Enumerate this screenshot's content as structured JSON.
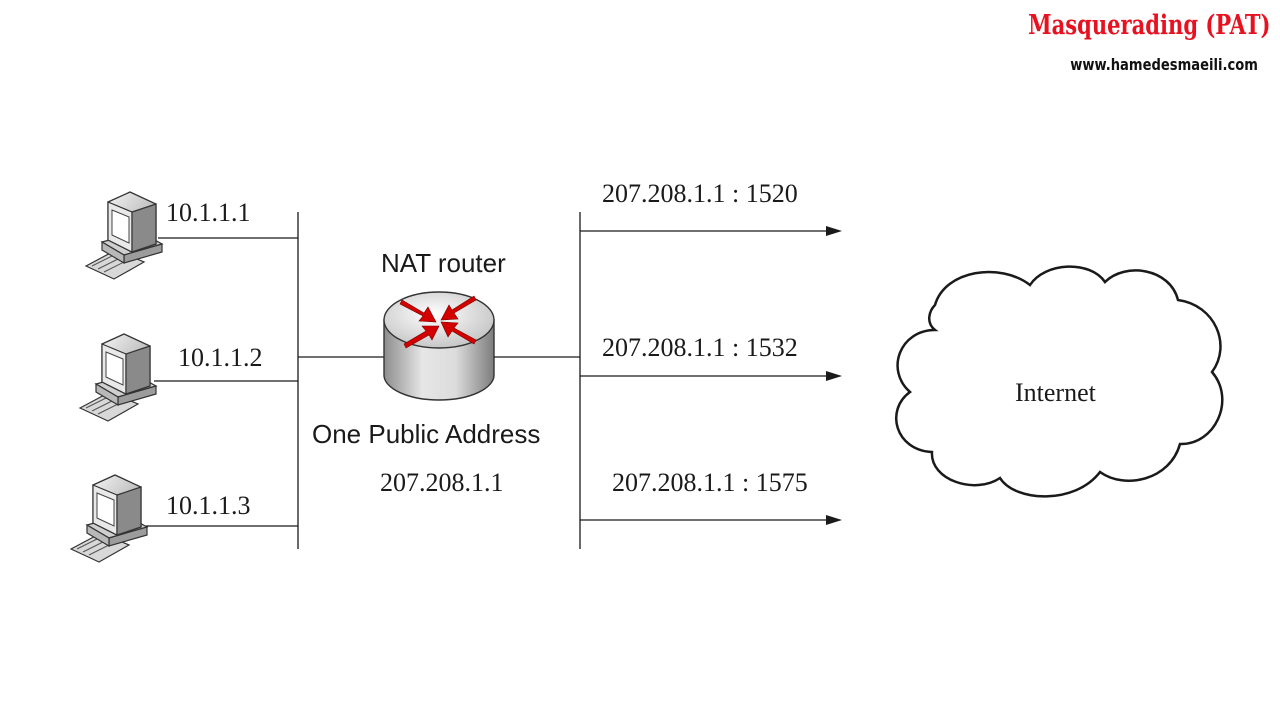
{
  "header": {
    "title": "Masquerading (PAT)",
    "url": "www.hamedesmaeili.com"
  },
  "hosts": [
    {
      "ip": "10.1.1.1",
      "icon": "desktop-computer-icon"
    },
    {
      "ip": "10.1.1.2",
      "icon": "desktop-computer-icon"
    },
    {
      "ip": "10.1.1.3",
      "icon": "desktop-computer-icon"
    }
  ],
  "router": {
    "label": "NAT router",
    "caption": "One Public Address",
    "public_ip": "207.208.1.1",
    "icon": "router-icon"
  },
  "translations": [
    "207.208.1.1 : 1520",
    "207.208.1.1 : 1532",
    "207.208.1.1 : 1575"
  ],
  "cloud": {
    "label": "Internet",
    "icon": "cloud-icon"
  },
  "colors": {
    "title": "#e8111f",
    "router_arrows": "#d40000",
    "lines": "#1a1a1a"
  }
}
